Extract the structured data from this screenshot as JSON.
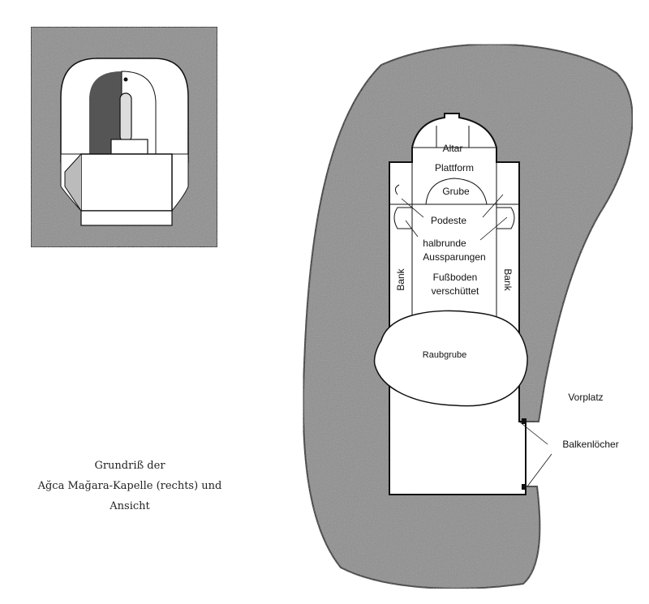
{
  "caption": {
    "line1": "Grundriß der",
    "line2": "Ağca Mağara-Kapelle (rechts) und",
    "line3": "Ansicht"
  },
  "plan_labels": {
    "altar": "Altar",
    "platform": "Plattform",
    "pit": "Grube",
    "podest": "Podeste",
    "recess_1": "halbrunde",
    "recess_2": "Aussparungen",
    "floor_1": "Fußboden",
    "floor_2": "verschüttet",
    "bench_left": "Bank",
    "bench_right": "Bank",
    "robbery_pit": "Raubgrube",
    "forecourt": "Vorplatz",
    "beam_holes": "Balkenlöcher"
  },
  "colors": {
    "rock": "#8c8c8c",
    "line": "#111111"
  }
}
